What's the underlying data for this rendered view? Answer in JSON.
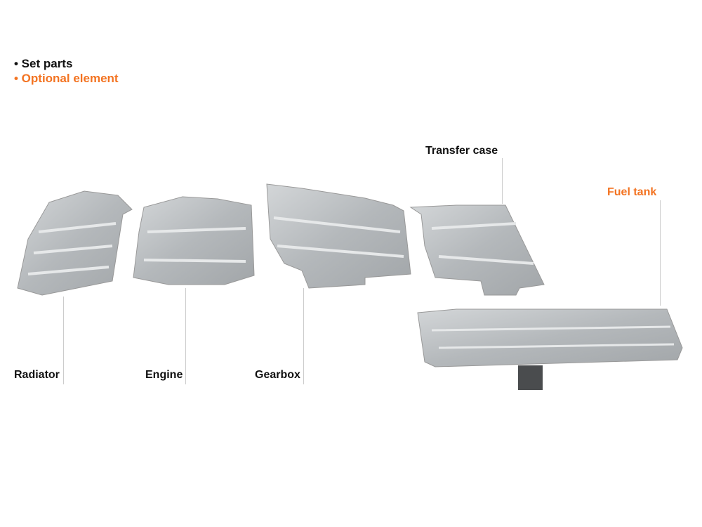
{
  "legend": {
    "set_parts": "• Set parts",
    "optional_element": "• Optional element"
  },
  "parts": {
    "radiator": "Radiator",
    "engine": "Engine",
    "gearbox": "Gearbox",
    "transfer_case": "Transfer case",
    "fuel_tank": "Fuel tank"
  },
  "colors": {
    "accent": "#f37321",
    "set_text": "#111111",
    "plate": "#b9bdc0"
  }
}
